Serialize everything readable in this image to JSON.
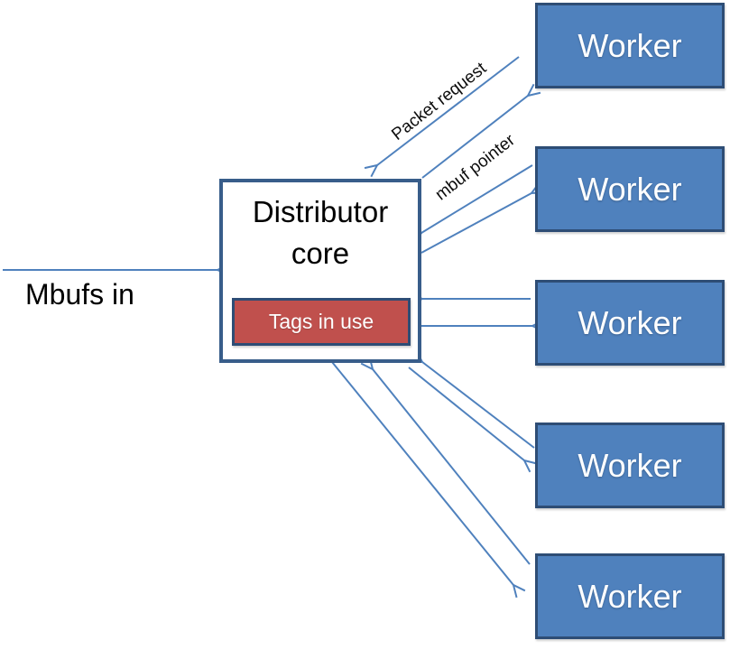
{
  "distributor": {
    "label": "Distributor core",
    "tags_label": "Tags in use"
  },
  "input": {
    "label": "Mbufs in"
  },
  "workers": [
    {
      "label": "Worker"
    },
    {
      "label": "Worker"
    },
    {
      "label": "Worker"
    },
    {
      "label": "Worker"
    },
    {
      "label": "Worker"
    }
  ],
  "edge_labels": {
    "packet_request": "Packet request",
    "mbuf_pointer": "mbuf pointer"
  },
  "colors": {
    "worker_fill": "#4F81BD",
    "box_border": "#385D8A",
    "arrow": "#4F81BD",
    "tags_fill": "#C0504D",
    "tags_text": "#FFFFFF",
    "text": "#000000",
    "background": "#FFFFFF"
  }
}
